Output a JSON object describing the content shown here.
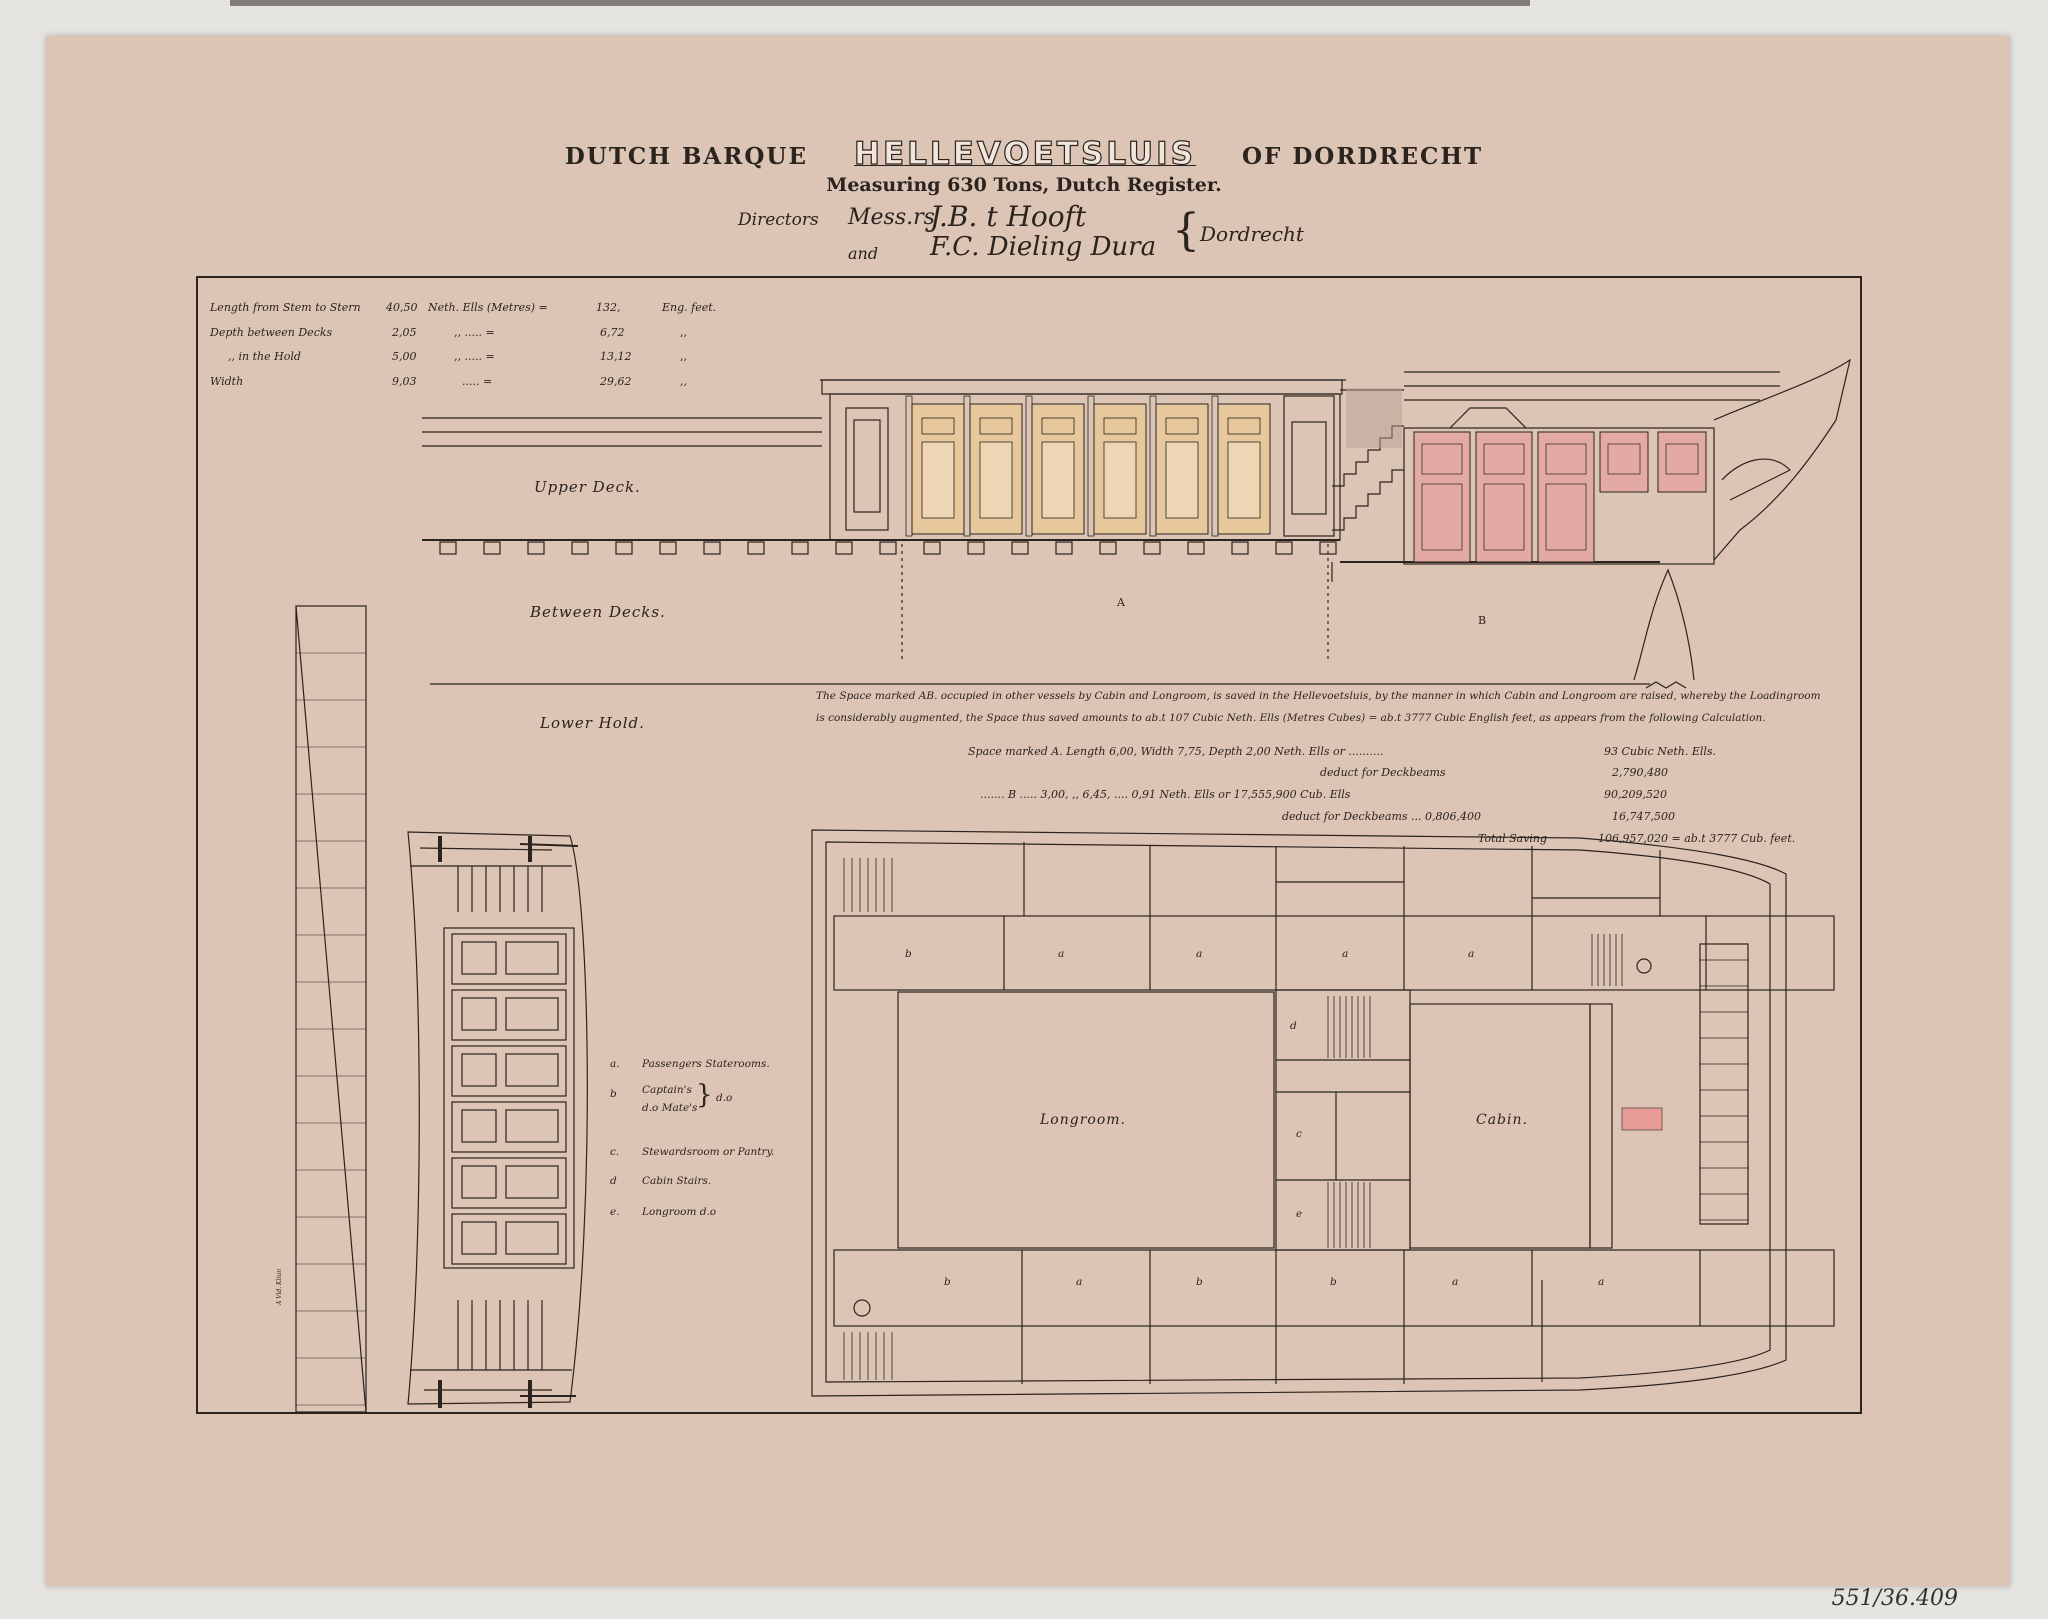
{
  "title": {
    "prefix": "DUTCH BARQUE",
    "ship_name": "HELLEVOETSLUIS",
    "suffix": "OF DORDRECHT",
    "subtitle": "Measuring 630 Tons, Dutch Register."
  },
  "directors": {
    "label": "Directors",
    "messrs": "Mess.rs",
    "name1": "J.B. t Hooft",
    "and": "and",
    "name2": "F.C. Dieling Dura",
    "place": "Dordrecht"
  },
  "dimensions": [
    {
      "label": "Length from Stem to Stern",
      "metres": "40,50",
      "unit": "Neth. Ells (Metres) =",
      "feet": "132,",
      "feet_unit": "Eng. feet."
    },
    {
      "label": "Depth between Decks",
      "metres": "2,05",
      "unit": ",, ..... =",
      "feet": "6,72",
      "feet_unit": ",,"
    },
    {
      "label": ",, in the Hold",
      "metres": "5,00",
      "unit": ",, ..... =",
      "feet": "13,12",
      "feet_unit": ",,"
    },
    {
      "label": "Width",
      "metres": "9,03",
      "unit": "..... =",
      "feet": "29,62",
      "feet_unit": ",,"
    }
  ],
  "section_labels": {
    "upper_deck": "Upper Deck.",
    "between_decks": "Between Decks.",
    "lower_hold": "Lower Hold.",
    "marker_a": "A",
    "marker_b": "B"
  },
  "note": {
    "line1": "The Space marked AB. occupied in other vessels by Cabin and Longroom, is saved in the Hellevoetsluis, by the manner in which Cabin and Longroom are raised, whereby the Loadingroom",
    "line2": "is considerably augmented, the Space thus saved amounts to ab.t 107 Cubic Neth. Ells (Metres Cubes) = ab.t 3777 Cubic English feet, as appears from the following Calculation."
  },
  "calculation": {
    "row1": "Space marked A. Length 6,00, Width 7,75, Depth 2,00 Neth. Ells or ..........",
    "row1_result": "93 Cubic Neth. Ells.",
    "row2": "deduct for Deckbeams",
    "row2_result": "2,790,480",
    "row3": "....... B ..... 3,00, ,, 6,45, .... 0,91 Neth. Ells or 17,555,900 Cub. Ells",
    "row3_result": "90,209,520",
    "row4": "deduct for Deckbeams ... 0,806,400",
    "row4_result": "16,747,500",
    "total_label": "Total Saving",
    "total_value": "106,957,020 = ab.t 3777 Cub. feet."
  },
  "plan_letters": {
    "b": "b",
    "a": "a",
    "c": "c",
    "d": "d",
    "e": "e"
  },
  "rooms": {
    "longroom": "Longroom.",
    "cabin": "Cabin."
  },
  "key": [
    {
      "letter": "a.",
      "text": "Passengers Staterooms."
    },
    {
      "letter": "b",
      "text": "Captain's"
    },
    {
      "letter": "",
      "text": "d.o Mate's",
      "ditto": "d.o"
    },
    {
      "letter": "c.",
      "text": "Stewardsroom or Pantry."
    },
    {
      "letter": "d",
      "text": "Cabin Stairs."
    },
    {
      "letter": "e.",
      "text": "Longroom d.o"
    }
  ],
  "scale_note": "A Vid. Kliun",
  "catalog_number": "551/36.409",
  "colors": {
    "paper": "#ddc5b6",
    "ink": "#2a231e",
    "yellow_panel": "#e7c79c",
    "pink_panel": "#e3a9a3",
    "highlight": "#e89c98"
  }
}
